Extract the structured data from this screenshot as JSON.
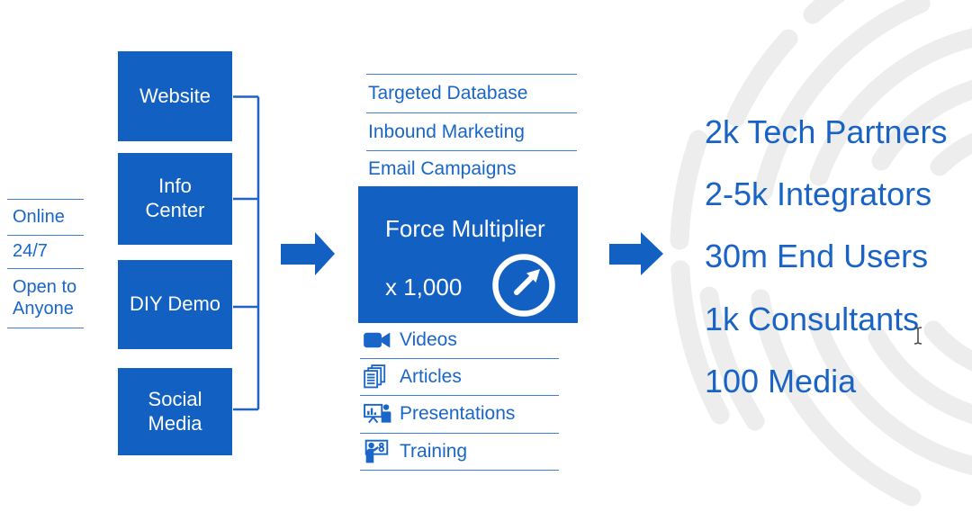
{
  "availability": {
    "items": [
      {
        "label": "Online"
      },
      {
        "label": "24/7"
      },
      {
        "label": "Open to Anyone"
      }
    ]
  },
  "channels": {
    "boxes": [
      {
        "label": "Website"
      },
      {
        "label": "Info Center"
      },
      {
        "label": "DIY Demo"
      },
      {
        "label": "Social Media"
      }
    ]
  },
  "inbound": {
    "items": [
      {
        "label": "Targeted Database"
      },
      {
        "label": "Inbound Marketing"
      },
      {
        "label": "Email Campaigns"
      }
    ]
  },
  "force": {
    "title": "Force Multiplier",
    "multiplier": "x 1,000",
    "icon": "gauge-arrow-icon"
  },
  "content": {
    "items": [
      {
        "label": "Videos",
        "icon": "video-camera-icon"
      },
      {
        "label": "Articles",
        "icon": "articles-pages-icon"
      },
      {
        "label": "Presentations",
        "icon": "presentation-board-icon"
      },
      {
        "label": "Training",
        "icon": "training-presenter-icon"
      }
    ]
  },
  "outputs": {
    "items": [
      {
        "label": "2k Tech Partners"
      },
      {
        "label": "2-5k Integrators"
      },
      {
        "label": "30m End Users"
      },
      {
        "label": "1k Consultants"
      },
      {
        "label": "100 Media"
      }
    ]
  },
  "cursor": {
    "type": "text-ibeam"
  },
  "colors": {
    "box_blue": "#1160c2",
    "text_blue": "#1966c8",
    "outputs_blue": "#1863c5",
    "rule_blue": "#3f7cd4",
    "bracket_blue": "#1f62c8",
    "arc_gray": "#ededed"
  }
}
